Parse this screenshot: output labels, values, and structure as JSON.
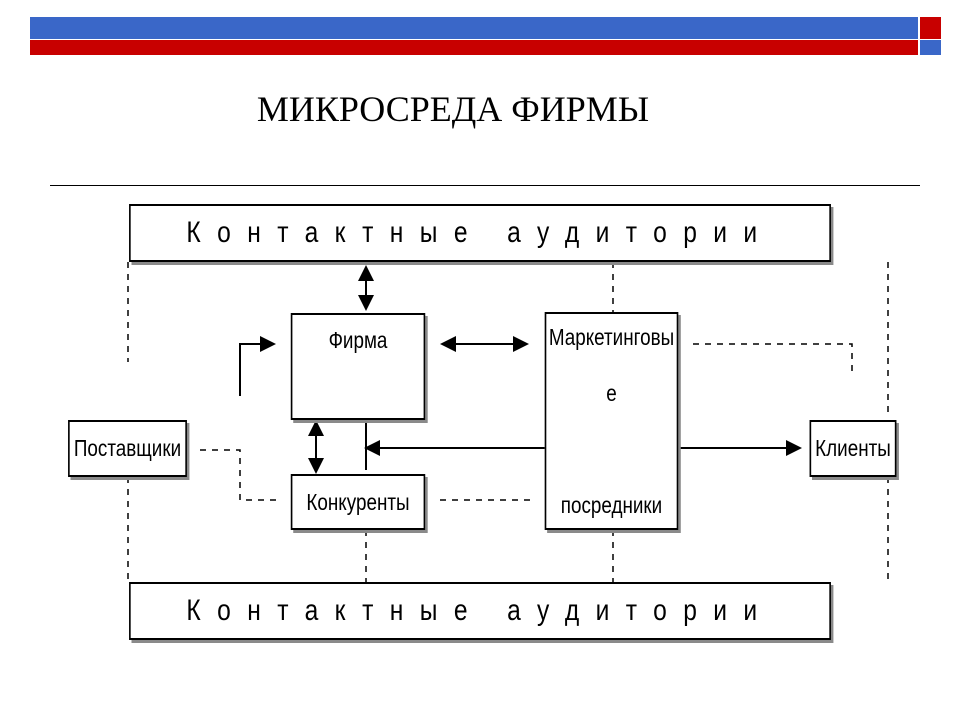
{
  "slide": {
    "title": "МИКРОСРЕДА ФИРМЫ"
  },
  "diagram": {
    "contact_top": "Контактные   аудитории",
    "contact_bottom": "Контактные   аудитории",
    "firm": "Фирма",
    "marketing_line1": "Маркетинговы",
    "marketing_line2": "е",
    "marketing_line3": "посредники",
    "suppliers": "Поставщики",
    "competitors": "Конкуренты",
    "clients": "Клиенты"
  },
  "colors": {
    "bar_blue": "#3a67c8",
    "bar_red": "#c80000"
  }
}
